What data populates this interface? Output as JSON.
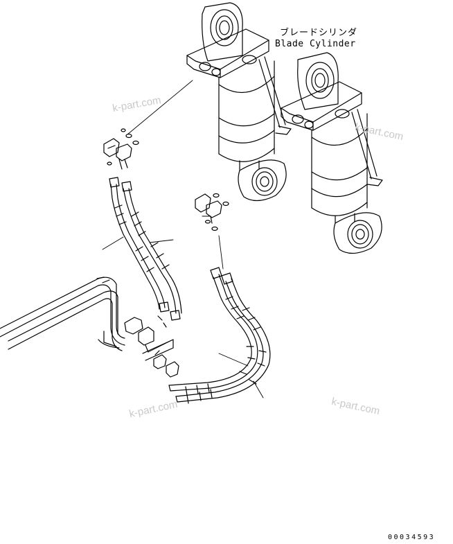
{
  "labels": {
    "part_name_jp": "ブレードシリンダ",
    "part_name_en": "Blade Cylinder"
  },
  "drawing_number": "00034593",
  "watermarks": [
    "k-part.com",
    "k-part.com",
    "k-part.com",
    "k-part.com"
  ]
}
